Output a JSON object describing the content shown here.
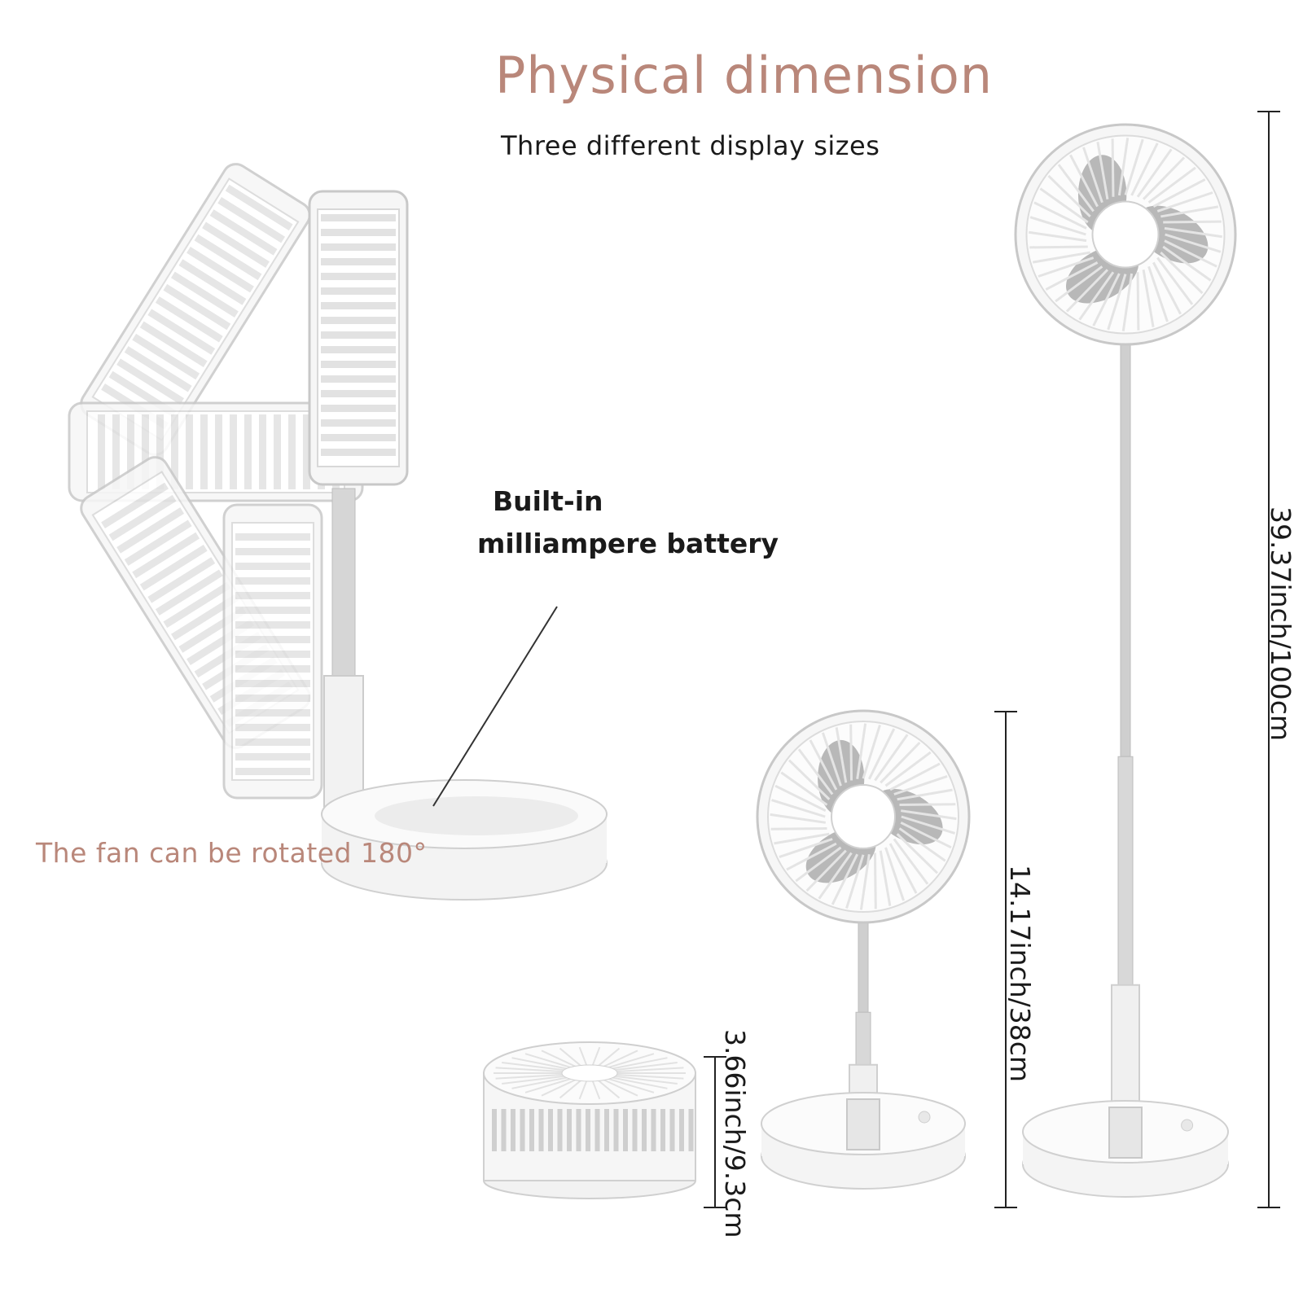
{
  "title": "Physical dimension",
  "subtitle": "Three different display sizes",
  "battery_label": {
    "line1": "Built-in",
    "line2": "milliampere battery"
  },
  "rotation_note": "The fan can be rotated 180°",
  "dimensions": {
    "large": "39.37inch/100cm",
    "mid": "14.17inch/38cm",
    "small": "3.66inch/9.3cm"
  },
  "colors": {
    "accent": "#b9877a",
    "text": "#1a1a1a",
    "fan_body": "#f6f6f6",
    "fan_line": "#c8c8c8",
    "blade": "#b8b8b8",
    "pole": "#cfcfcf"
  }
}
